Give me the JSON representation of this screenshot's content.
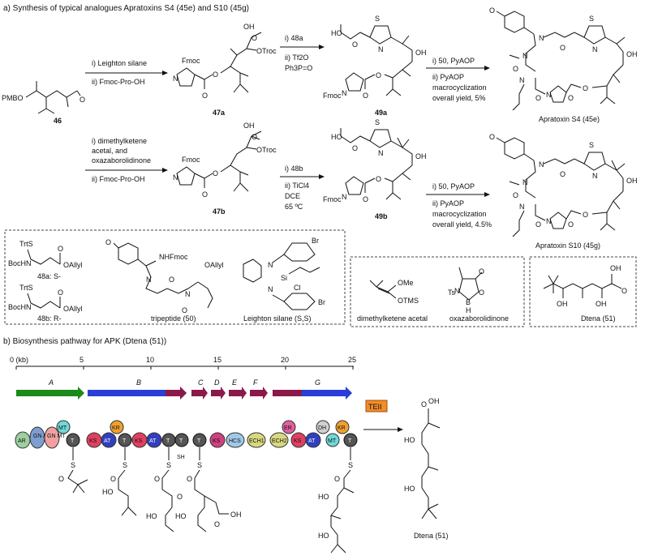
{
  "section_a": {
    "heading": "a) Synthesis of typical analogues Apratoxins S4 (45e) and S10 (45g)",
    "start_compound": {
      "id": "46",
      "group": "PMBO"
    },
    "route1": {
      "step1": [
        "i) Leighton silane",
        "ii) Fmoc-Pro-OH"
      ],
      "int1": "47a",
      "step2": [
        "i) 48a",
        "ii) Tf2O",
        "Ph3P=O"
      ],
      "int2": "49a",
      "step3": [
        "i) 50, PyAOP",
        "ii) PyAOP",
        "macrocyclization",
        "overall yield, 5%"
      ],
      "product": "Apratoxin S4 (45e)"
    },
    "route2": {
      "step1": [
        "i) dimethylketene",
        "acetal, and",
        "oxazaborolidinone",
        "ii) Fmoc-Pro-OH"
      ],
      "int1": "47b",
      "step2": [
        "i) 48b",
        "ii) TiCl4",
        "DCE",
        "65 ºC"
      ],
      "int2": "49b",
      "step3": [
        "i) 50, PyAOP",
        "ii) PyAOP",
        "macrocyclization",
        "overall yield, 4.5%"
      ],
      "product": "Apratoxin S10 (45g)"
    },
    "atoms": {
      "fmoc": "Fmoc",
      "n": "N",
      "o": "O",
      "oh": "OH",
      "otroc": "OTroc",
      "s": "S",
      "ho": "HO"
    },
    "reagents_box": {
      "trts": "TrtS",
      "bochn": "BocHN",
      "oallyl": "OAllyl",
      "r48a": "48a: S-",
      "r48b": "48b: R-",
      "tripeptide": "tripeptide (50)",
      "nhfmoc": "NHFmoc",
      "leighton": "Leighton silane (S,S)",
      "si": "Si",
      "cl": "Cl",
      "br": "Br"
    },
    "box2": {
      "ome": "OMe",
      "otms": "OTMS",
      "dmk": "dimethylketene acetal",
      "ts": "Ts",
      "b": "B",
      "h": "H",
      "oxa": "oxazaborolidinone"
    },
    "box3": {
      "label": "Dtena (51)"
    }
  },
  "section_b": {
    "heading": "b) Biosynthesis pathway for APK (Dtena (51))",
    "scale_unit": "0 (kb)",
    "ticks": [
      "5",
      "10",
      "15",
      "20",
      "25"
    ],
    "genes": [
      "A",
      "B",
      "C",
      "D",
      "E",
      "F",
      "G"
    ],
    "teii": "TEII",
    "domains": [
      "AR",
      "GN AT",
      "GN MT",
      "MT",
      "T",
      "KS",
      "AT",
      "KR",
      "T",
      "KS",
      "AT",
      "T",
      "T",
      "T",
      "KS",
      "HCS",
      "ECH1",
      "ECH2",
      "ER",
      "KS",
      "AT",
      "DH",
      "MT",
      "KR",
      "T"
    ],
    "sh": "SH",
    "product": "Dtena (51)"
  },
  "colors": {
    "green": "#1a8a1a",
    "blue": "#2a3fd6",
    "maroon": "#8b1a4a",
    "orange": "#f28c28"
  }
}
